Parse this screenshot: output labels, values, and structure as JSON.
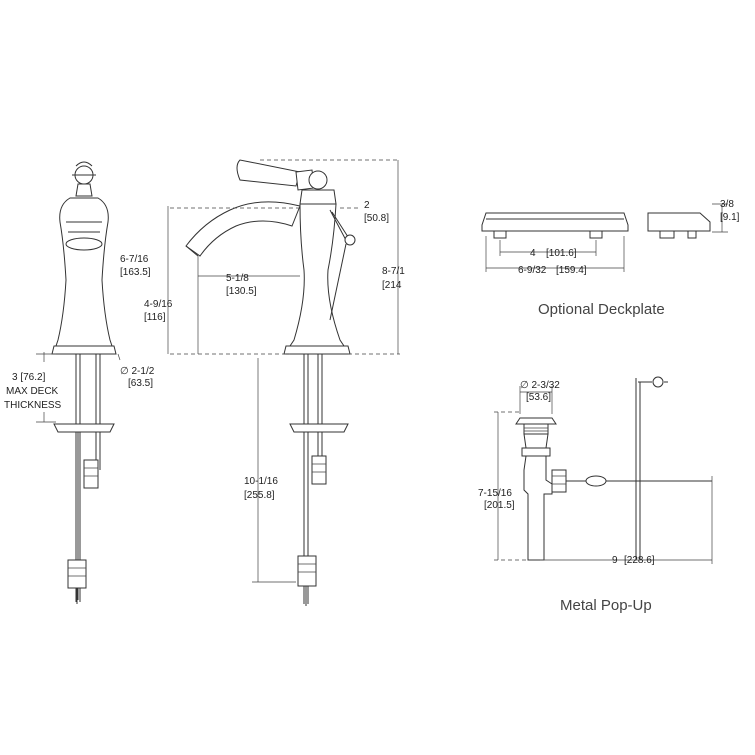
{
  "side_view": {
    "deck_height": "3 [76.2]",
    "max_deck": "MAX DECK",
    "thickness": "THICKNESS",
    "base_diameter": "∅ 2-1/2",
    "base_diameter_mm": "[63.5]"
  },
  "front_view": {
    "spout_height": "6-7/16",
    "spout_height_mm": "[163.5]",
    "reach": "5-1/8",
    "reach_mm": "[130.5]",
    "spout_clearance": "4-9/16",
    "spout_clearance_mm": "[116]",
    "handle_offset": "2",
    "handle_offset_mm": "[50.8]",
    "overall_height": "8-7/1",
    "overall_height_mm": "[214",
    "shank_length": "10-1/16",
    "shank_length_mm": "[255.8]"
  },
  "deckplate": {
    "center_spacing": "4",
    "center_spacing_mm": "[101.6]",
    "length": "6-9/32",
    "length_mm": "[159.4]",
    "height": "3/8",
    "height_mm": "[9.1]",
    "caption": "Optional Deckplate"
  },
  "popup": {
    "flange_diameter": "∅ 2-3/32",
    "flange_diameter_mm": "[53.6]",
    "height": "7-15/16",
    "height_mm": "[201.5]",
    "rod_length": "9",
    "rod_length_mm": "[228.6]",
    "caption": "Metal Pop-Up"
  }
}
